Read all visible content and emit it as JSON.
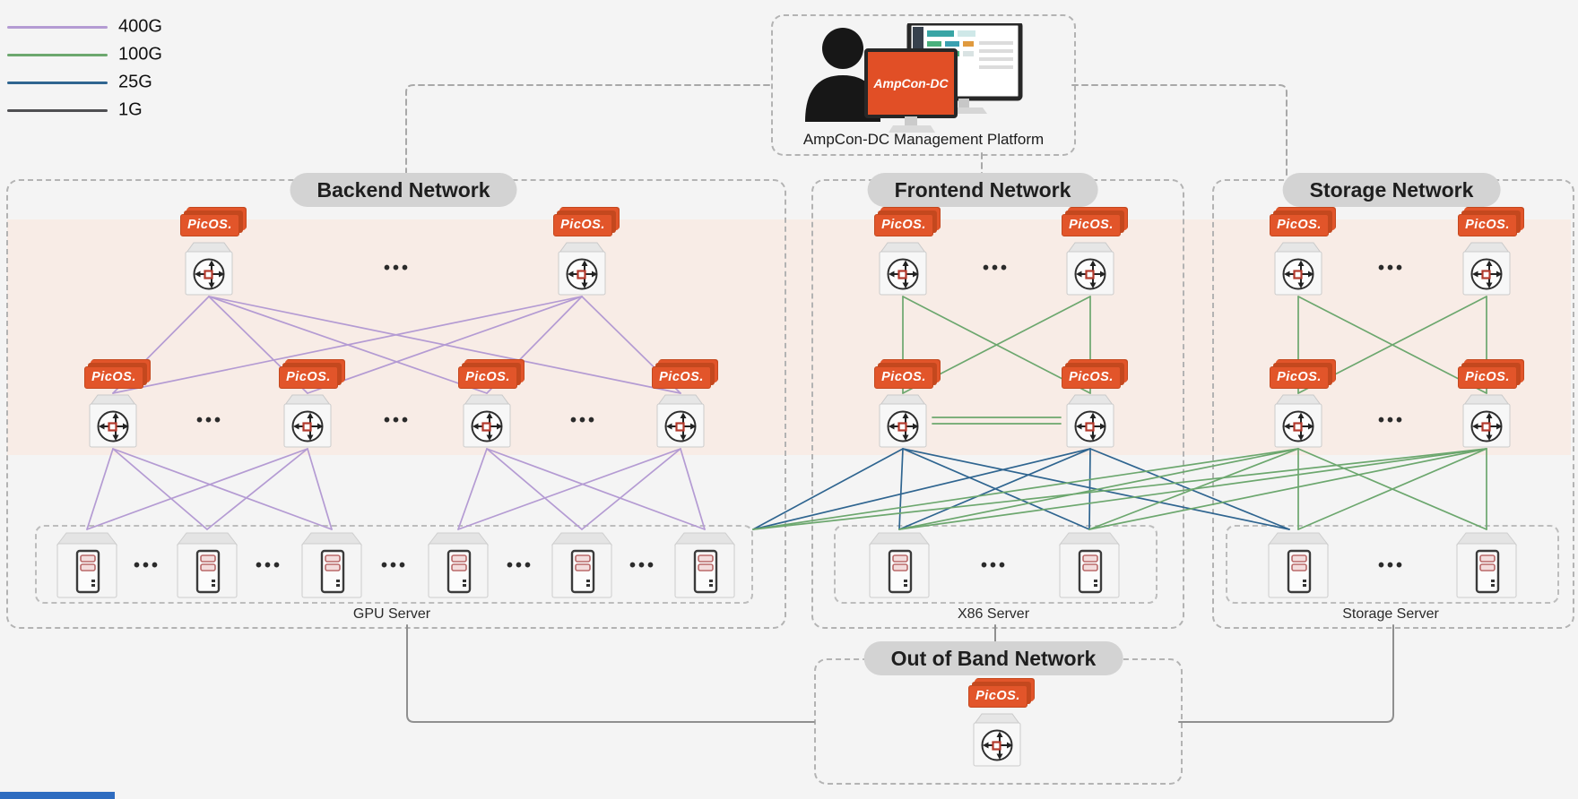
{
  "legend": {
    "items": [
      {
        "label": "400G",
        "color_key": "speed_400g"
      },
      {
        "label": "100G",
        "color_key": "speed_100g"
      },
      {
        "label": "25G",
        "color_key": "speed_25g"
      },
      {
        "label": "1G",
        "color_key": "speed_1g"
      }
    ]
  },
  "colors": {
    "speed_400g": "#b49bd3",
    "speed_100g": "#6ca76e",
    "speed_25g": "#2f6590",
    "speed_1g": "#4f4f52",
    "oob_wire_gray": "#8f8f8f",
    "mgmt_dash_gray": "#a8a8a8",
    "picos_orange": "#e2552a",
    "picos_orange_dark": "#c4481e",
    "ampcon_orange": "#e14f26",
    "band_pink": "#f8ece6",
    "pill_gray": "#d3d3d3"
  },
  "management": {
    "title": "AmpCon-DC Management Platform",
    "monitor_text": "AmpCon-DC"
  },
  "badge_label": "PicOS.",
  "ellipsis": "•••",
  "sections": {
    "backend": {
      "title": "Backend Network",
      "server_group_label": "GPU Server"
    },
    "frontend": {
      "title": "Frontend Network",
      "server_group_label": "X86 Server"
    },
    "storage": {
      "title": "Storage Network",
      "server_group_label": "Storage Server"
    },
    "oob": {
      "title": "Out of Band Network"
    }
  },
  "topology": {
    "nodes": [
      {
        "id": "b-spine-1",
        "type": "switch",
        "role": "spine",
        "section": "backend",
        "os_badge": true
      },
      {
        "id": "b-spine-2",
        "type": "switch",
        "role": "spine",
        "section": "backend",
        "os_badge": true
      },
      {
        "id": "b-leaf-1",
        "type": "switch",
        "role": "leaf",
        "section": "backend",
        "os_badge": true
      },
      {
        "id": "b-leaf-2",
        "type": "switch",
        "role": "leaf",
        "section": "backend",
        "os_badge": true
      },
      {
        "id": "b-leaf-3",
        "type": "switch",
        "role": "leaf",
        "section": "backend",
        "os_badge": true
      },
      {
        "id": "b-leaf-4",
        "type": "switch",
        "role": "leaf",
        "section": "backend",
        "os_badge": true
      },
      {
        "id": "b-srv-1",
        "type": "server",
        "role": "gpu-server",
        "section": "backend",
        "os_badge": false
      },
      {
        "id": "b-srv-2",
        "type": "server",
        "role": "gpu-server",
        "section": "backend",
        "os_badge": false
      },
      {
        "id": "b-srv-3",
        "type": "server",
        "role": "gpu-server",
        "section": "backend",
        "os_badge": false
      },
      {
        "id": "b-srv-4",
        "type": "server",
        "role": "gpu-server",
        "section": "backend",
        "os_badge": false
      },
      {
        "id": "b-srv-5",
        "type": "server",
        "role": "gpu-server",
        "section": "backend",
        "os_badge": false
      },
      {
        "id": "b-srv-6",
        "type": "server",
        "role": "gpu-server",
        "section": "backend",
        "os_badge": false
      },
      {
        "id": "f-spine-1",
        "type": "switch",
        "role": "spine",
        "section": "frontend",
        "os_badge": true
      },
      {
        "id": "f-spine-2",
        "type": "switch",
        "role": "spine",
        "section": "frontend",
        "os_badge": true
      },
      {
        "id": "f-leaf-1",
        "type": "switch",
        "role": "leaf",
        "section": "frontend",
        "os_badge": true
      },
      {
        "id": "f-leaf-2",
        "type": "switch",
        "role": "leaf",
        "section": "frontend",
        "os_badge": true
      },
      {
        "id": "f-srv-1",
        "type": "server",
        "role": "x86-server",
        "section": "frontend",
        "os_badge": false
      },
      {
        "id": "f-srv-2",
        "type": "server",
        "role": "x86-server",
        "section": "frontend",
        "os_badge": false
      },
      {
        "id": "s-spine-1",
        "type": "switch",
        "role": "spine",
        "section": "storage",
        "os_badge": true
      },
      {
        "id": "s-spine-2",
        "type": "switch",
        "role": "spine",
        "section": "storage",
        "os_badge": true
      },
      {
        "id": "s-leaf-1",
        "type": "switch",
        "role": "leaf",
        "section": "storage",
        "os_badge": true
      },
      {
        "id": "s-leaf-2",
        "type": "switch",
        "role": "leaf",
        "section": "storage",
        "os_badge": true
      },
      {
        "id": "s-srv-1",
        "type": "server",
        "role": "storage-server",
        "section": "storage",
        "os_badge": false
      },
      {
        "id": "s-srv-2",
        "type": "server",
        "role": "storage-server",
        "section": "storage",
        "os_badge": false
      },
      {
        "id": "oob-switch",
        "type": "switch",
        "role": "oob",
        "section": "oob",
        "os_badge": true
      }
    ],
    "links": [
      {
        "from": "b-spine-1",
        "to": "b-leaf-1",
        "speed": "400G"
      },
      {
        "from": "b-spine-1",
        "to": "b-leaf-2",
        "speed": "400G"
      },
      {
        "from": "b-spine-1",
        "to": "b-leaf-3",
        "speed": "400G"
      },
      {
        "from": "b-spine-1",
        "to": "b-leaf-4",
        "speed": "400G"
      },
      {
        "from": "b-spine-2",
        "to": "b-leaf-1",
        "speed": "400G"
      },
      {
        "from": "b-spine-2",
        "to": "b-leaf-2",
        "speed": "400G"
      },
      {
        "from": "b-spine-2",
        "to": "b-leaf-3",
        "speed": "400G"
      },
      {
        "from": "b-spine-2",
        "to": "b-leaf-4",
        "speed": "400G"
      },
      {
        "from": "b-leaf-1",
        "to": "b-srv-1",
        "speed": "400G"
      },
      {
        "from": "b-leaf-1",
        "to": "b-srv-2",
        "speed": "400G"
      },
      {
        "from": "b-leaf-1",
        "to": "b-srv-3",
        "speed": "400G"
      },
      {
        "from": "b-leaf-2",
        "to": "b-srv-1",
        "speed": "400G"
      },
      {
        "from": "b-leaf-2",
        "to": "b-srv-2",
        "speed": "400G"
      },
      {
        "from": "b-leaf-2",
        "to": "b-srv-3",
        "speed": "400G"
      },
      {
        "from": "b-leaf-3",
        "to": "b-srv-4",
        "speed": "400G"
      },
      {
        "from": "b-leaf-3",
        "to": "b-srv-5",
        "speed": "400G"
      },
      {
        "from": "b-leaf-3",
        "to": "b-srv-6",
        "speed": "400G"
      },
      {
        "from": "b-leaf-4",
        "to": "b-srv-4",
        "speed": "400G"
      },
      {
        "from": "b-leaf-4",
        "to": "b-srv-5",
        "speed": "400G"
      },
      {
        "from": "b-leaf-4",
        "to": "b-srv-6",
        "speed": "400G"
      },
      {
        "from": "f-spine-1",
        "to": "f-leaf-1",
        "speed": "100G"
      },
      {
        "from": "f-spine-1",
        "to": "f-leaf-2",
        "speed": "100G"
      },
      {
        "from": "f-spine-2",
        "to": "f-leaf-1",
        "speed": "100G"
      },
      {
        "from": "f-spine-2",
        "to": "f-leaf-2",
        "speed": "100G"
      },
      {
        "from": "f-leaf-1",
        "to": "f-leaf-2",
        "speed": "100G",
        "style": "double"
      },
      {
        "from": "f-leaf-1",
        "to": "j-gpu",
        "speed": "25G"
      },
      {
        "from": "f-leaf-1",
        "to": "j-x86-1",
        "speed": "25G"
      },
      {
        "from": "f-leaf-1",
        "to": "j-x86-2",
        "speed": "25G"
      },
      {
        "from": "f-leaf-1",
        "to": "j-sto",
        "speed": "25G"
      },
      {
        "from": "f-leaf-2",
        "to": "j-gpu",
        "speed": "25G"
      },
      {
        "from": "f-leaf-2",
        "to": "j-x86-1",
        "speed": "25G"
      },
      {
        "from": "f-leaf-2",
        "to": "j-x86-2",
        "speed": "25G"
      },
      {
        "from": "f-leaf-2",
        "to": "j-sto",
        "speed": "25G"
      },
      {
        "from": "s-spine-1",
        "to": "s-leaf-1",
        "speed": "100G"
      },
      {
        "from": "s-spine-1",
        "to": "s-leaf-2",
        "speed": "100G"
      },
      {
        "from": "s-spine-2",
        "to": "s-leaf-1",
        "speed": "100G"
      },
      {
        "from": "s-spine-2",
        "to": "s-leaf-2",
        "speed": "100G"
      },
      {
        "from": "s-leaf-1",
        "to": "s-srv-1",
        "speed": "100G"
      },
      {
        "from": "s-leaf-1",
        "to": "s-srv-2",
        "speed": "100G"
      },
      {
        "from": "s-leaf-2",
        "to": "s-srv-1",
        "speed": "100G"
      },
      {
        "from": "s-leaf-2",
        "to": "s-srv-2",
        "speed": "100G"
      },
      {
        "from": "s-leaf-1",
        "to": "j-x86-1",
        "speed": "100G"
      },
      {
        "from": "s-leaf-1",
        "to": "j-x86-2",
        "speed": "100G"
      },
      {
        "from": "s-leaf-1",
        "to": "j-gpu",
        "speed": "100G"
      },
      {
        "from": "s-leaf-2",
        "to": "j-x86-1",
        "speed": "100G"
      },
      {
        "from": "s-leaf-2",
        "to": "j-x86-2",
        "speed": "100G"
      },
      {
        "from": "s-leaf-2",
        "to": "j-gpu",
        "speed": "100G"
      },
      {
        "kind": "1G",
        "path": "gpu-oob",
        "from": "gpu-server-group",
        "to": "oob"
      },
      {
        "kind": "1G",
        "path": "x86-oob",
        "from": "x86-server-group",
        "to": "oob"
      },
      {
        "kind": "1G",
        "path": "sto-oob",
        "from": "storage-server-group",
        "to": "oob"
      },
      {
        "kind": "mgmt",
        "path": "mgmt-backend",
        "from": "management",
        "to": "backend"
      },
      {
        "kind": "mgmt",
        "path": "mgmt-frontend",
        "from": "management",
        "to": "frontend"
      },
      {
        "kind": "mgmt",
        "path": "mgmt-storage",
        "from": "management",
        "to": "storage"
      }
    ]
  }
}
